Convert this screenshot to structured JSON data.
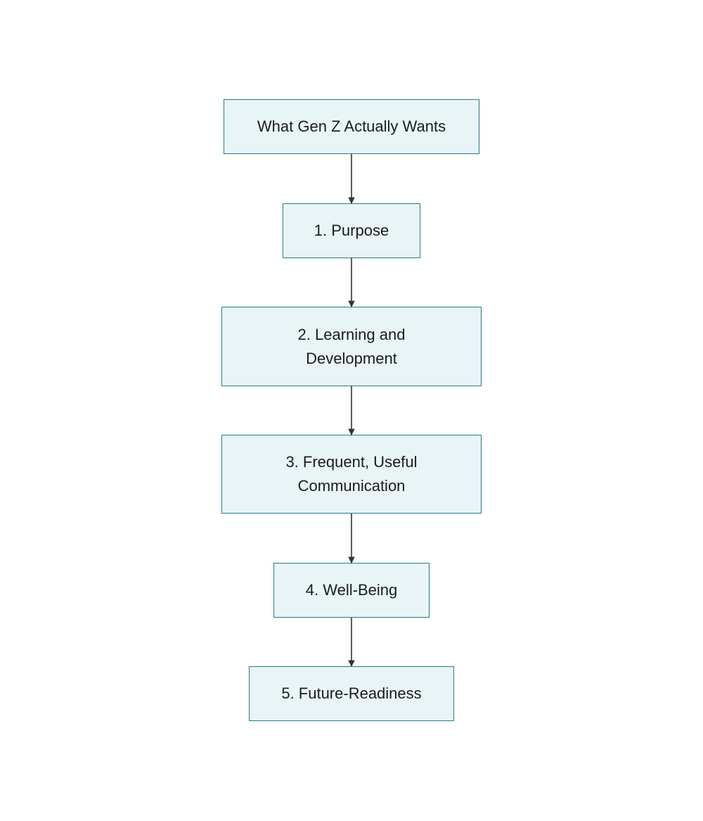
{
  "diagram": {
    "nodes": [
      {
        "id": "root",
        "label": "What Gen Z Actually Wants"
      },
      {
        "id": "purpose",
        "label": "1. Purpose"
      },
      {
        "id": "learning",
        "label": "2. Learning and Development"
      },
      {
        "id": "communication",
        "label": "3. Frequent, Useful Communication"
      },
      {
        "id": "wellbeing",
        "label": "4. Well-Being"
      },
      {
        "id": "future",
        "label": "5. Future-Readiness"
      }
    ],
    "edges": [
      {
        "from": "root",
        "to": "purpose"
      },
      {
        "from": "purpose",
        "to": "learning"
      },
      {
        "from": "learning",
        "to": "communication"
      },
      {
        "from": "communication",
        "to": "wellbeing"
      },
      {
        "from": "wellbeing",
        "to": "future"
      }
    ],
    "colors": {
      "node_fill": "#e8f4f5",
      "node_border": "#1f7f86",
      "edge": "#333333",
      "text": "#1c1c1c"
    }
  }
}
